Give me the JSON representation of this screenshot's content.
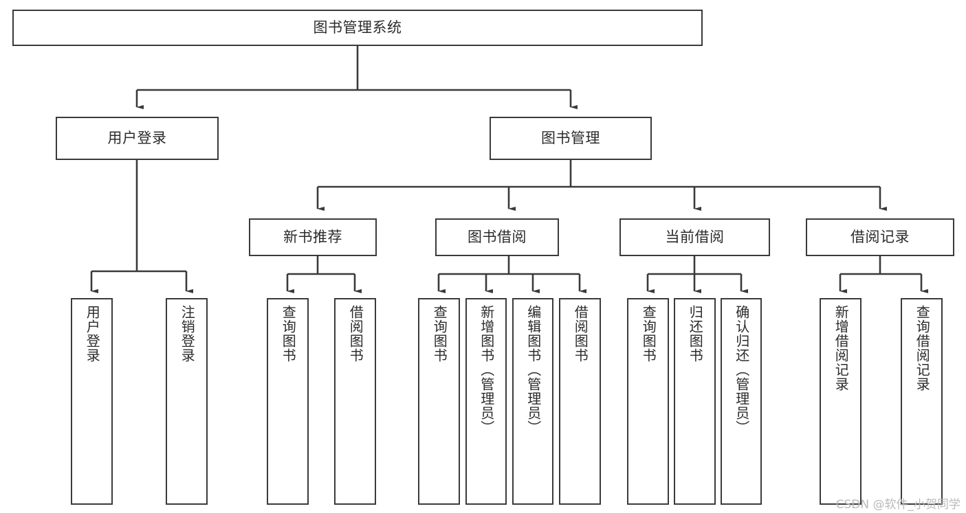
{
  "diagram": {
    "title": "图书管理系统",
    "watermark": "CSDN @软件_小贺同学",
    "type": "tree-hierarchy",
    "colors": {
      "stroke": "#3a3a3a",
      "fill": "#ffffff",
      "text": "#2b2b2b",
      "watermark": "#b9b9b9"
    },
    "nodes": {
      "root": {
        "label": "图书管理系统"
      },
      "level2": [
        {
          "id": "user-login",
          "label": "用户登录"
        },
        {
          "id": "book-manage",
          "label": "图书管理"
        }
      ],
      "level3": [
        {
          "id": "new-book-rec",
          "label": "新书推荐"
        },
        {
          "id": "book-borrow",
          "label": "图书借阅"
        },
        {
          "id": "current-borrow",
          "label": "当前借阅"
        },
        {
          "id": "borrow-record",
          "label": "借阅记录"
        }
      ],
      "leaves": [
        {
          "id": "leaf-user-login",
          "label": "用户登录",
          "parent": "user-login"
        },
        {
          "id": "leaf-logout",
          "label": "注销登录",
          "parent": "user-login"
        },
        {
          "id": "leaf-query-book-1",
          "label": "查询图书",
          "parent": "new-book-rec"
        },
        {
          "id": "leaf-borrow-book-1",
          "label": "借阅图书",
          "parent": "new-book-rec"
        },
        {
          "id": "leaf-query-book-2",
          "label": "查询图书",
          "parent": "book-borrow"
        },
        {
          "id": "leaf-add-book",
          "label": "新增图书（管理员）",
          "parent": "book-borrow"
        },
        {
          "id": "leaf-edit-book",
          "label": "编辑图书（管理员）",
          "parent": "book-borrow"
        },
        {
          "id": "leaf-borrow-book-2",
          "label": "借阅图书",
          "parent": "book-borrow"
        },
        {
          "id": "leaf-query-book-3",
          "label": "查询图书",
          "parent": "current-borrow"
        },
        {
          "id": "leaf-return-book",
          "label": "归还图书",
          "parent": "current-borrow"
        },
        {
          "id": "leaf-confirm-return",
          "label": "确认归还（管理员）",
          "parent": "current-borrow"
        },
        {
          "id": "leaf-add-record",
          "label": "新增借阅记录",
          "parent": "borrow-record"
        },
        {
          "id": "leaf-query-record",
          "label": "查询借阅记录",
          "parent": "borrow-record"
        }
      ]
    }
  }
}
